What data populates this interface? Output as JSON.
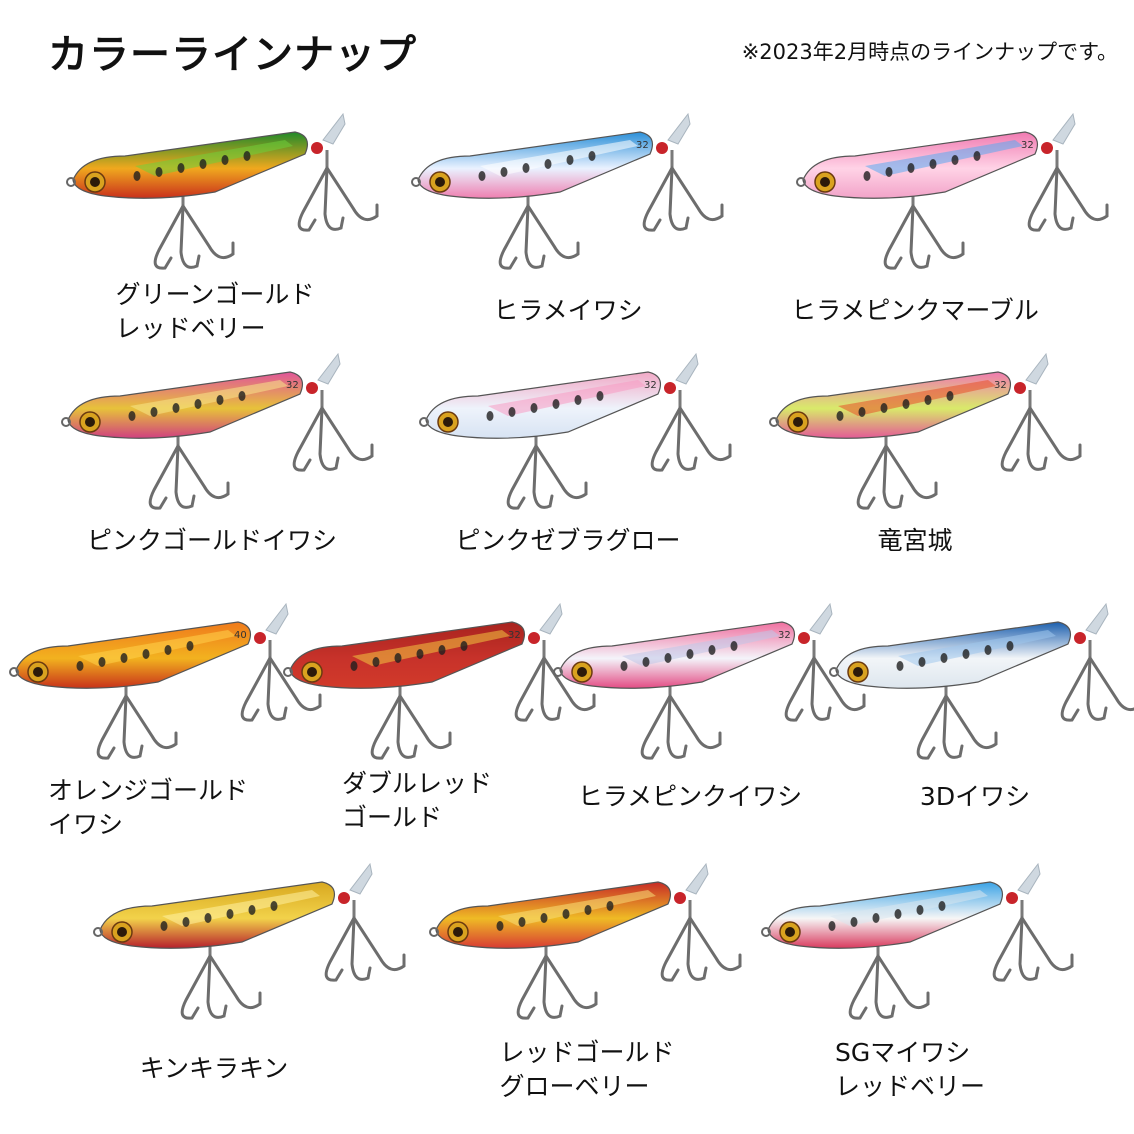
{
  "header": {
    "title": "カラーラインナップ",
    "note": "※2023年2月時点のラインナップです。"
  },
  "colors": [
    {
      "line1": "グリーンゴールド",
      "line2": "レッドベリー",
      "body": "#f0a81e",
      "top": "#1f8a2a",
      "belly": "#c9301c",
      "accent": "#6fcf3a",
      "size": ""
    },
    {
      "line1": "ヒラメイワシ",
      "line2": "",
      "body": "#eaf2ff",
      "top": "#2a8fd8",
      "belly": "#ee7fb0",
      "accent": "#ffffff",
      "size": "32"
    },
    {
      "line1": "ヒラメピンクマーブル",
      "line2": "",
      "body": "#ffd3e6",
      "top": "#f07ab1",
      "belly": "#f2a3c8",
      "accent": "#5aa9f0",
      "size": "32"
    },
    {
      "line1": "ピンクゴールドイワシ",
      "line2": "",
      "body": "#e7c23a",
      "top": "#e0559a",
      "belly": "#d04080",
      "accent": "#f7e58a",
      "size": "32"
    },
    {
      "line1": "ピンクゼブラグロー",
      "line2": "",
      "body": "#eef3fb",
      "top": "#f1a9c6",
      "belly": "#d7e3f3",
      "accent": "#f79ac2",
      "size": "32"
    },
    {
      "line1": "竜宮城",
      "line2": "",
      "body": "#d9ea6a",
      "top": "#f07ab1",
      "belly": "#e35a96",
      "accent": "#e8502a",
      "size": "32"
    },
    {
      "line1": "オレンジゴールド",
      "line2": "イワシ",
      "body": "#f2b21f",
      "top": "#f07a1c",
      "belly": "#c8321a",
      "accent": "#ffd24a",
      "size": "40"
    },
    {
      "line1": "ダブルレッド",
      "line2": "ゴールド",
      "body": "#c7322a",
      "top": "#a8231e",
      "belly": "#d23a2a",
      "accent": "#f2c640",
      "size": "32"
    },
    {
      "line1": "ヒラメピンクイワシ",
      "line2": "",
      "body": "#f4f4fa",
      "top": "#ef6f9f",
      "belly": "#e34c84",
      "accent": "#c0c6e8",
      "size": "32"
    },
    {
      "line1": "3Dイワシ",
      "line2": "",
      "body": "#f2f5f8",
      "top": "#1c5fae",
      "belly": "#dde6ee",
      "accent": "#9ec6ec",
      "size": ""
    },
    {
      "line1": "キンキラキン",
      "line2": "",
      "body": "#f2d24a",
      "top": "#d8a820",
      "belly": "#b71f2c",
      "accent": "#fff1a0",
      "size": ""
    },
    {
      "line1": "レッドゴールド",
      "line2": "グローベリー",
      "body": "#efbb25",
      "top": "#c72a26",
      "belly": "#d83b33",
      "accent": "#f7df78",
      "size": ""
    },
    {
      "line1": "SGマイワシ",
      "line2": "レッドベリー",
      "body": "#f6f6f6",
      "top": "#3aa3e6",
      "belly": "#d93a5e",
      "accent": "#d9e6ee",
      "size": ""
    }
  ]
}
